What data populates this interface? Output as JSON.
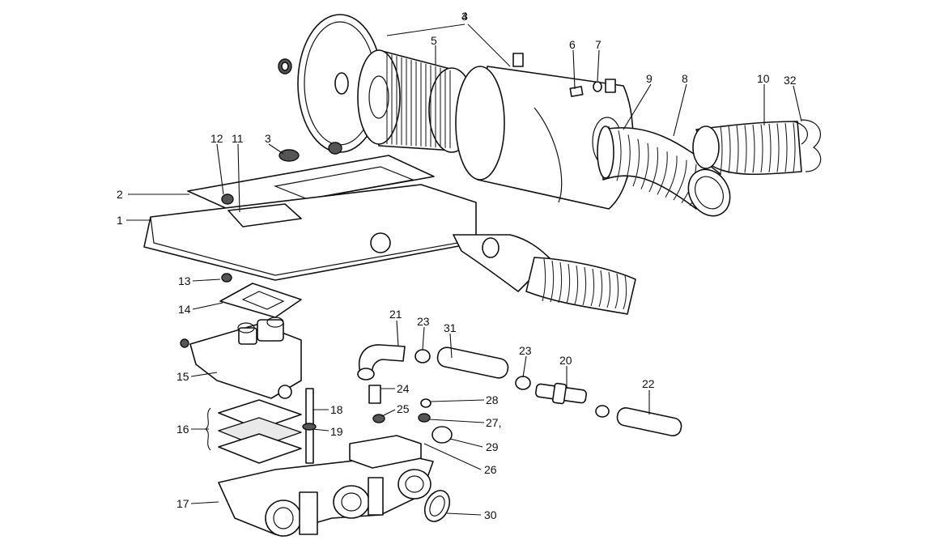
{
  "diagram": {
    "callouts": [
      {
        "id": "c1",
        "text": "1"
      },
      {
        "id": "c2",
        "text": "2"
      },
      {
        "id": "c3",
        "text": "3"
      },
      {
        "id": "c4",
        "text": "4"
      },
      {
        "id": "c5",
        "text": "5"
      },
      {
        "id": "c6",
        "text": "6"
      },
      {
        "id": "c7",
        "text": "7"
      },
      {
        "id": "c8",
        "text": "8"
      },
      {
        "id": "c9",
        "text": "9"
      },
      {
        "id": "c10",
        "text": "10"
      },
      {
        "id": "c32",
        "text": "32"
      },
      {
        "id": "c11",
        "text": "11"
      },
      {
        "id": "c12",
        "text": "12"
      },
      {
        "id": "c13",
        "text": "13"
      },
      {
        "id": "c14",
        "text": "14"
      },
      {
        "id": "c15",
        "text": "15"
      },
      {
        "id": "c16",
        "text": "16"
      },
      {
        "id": "c17",
        "text": "17"
      },
      {
        "id": "c18",
        "text": "18"
      },
      {
        "id": "c19",
        "text": "19"
      },
      {
        "id": "c21",
        "text": "21"
      },
      {
        "id": "c23a",
        "text": "23"
      },
      {
        "id": "c31",
        "text": "31"
      },
      {
        "id": "c24",
        "text": "24"
      },
      {
        "id": "c25",
        "text": "25"
      },
      {
        "id": "c23b",
        "text": "23"
      },
      {
        "id": "c20",
        "text": "20"
      },
      {
        "id": "c22",
        "text": "22"
      },
      {
        "id": "c28",
        "text": "28"
      },
      {
        "id": "c27",
        "text": "27,"
      },
      {
        "id": "c29",
        "text": "29"
      },
      {
        "id": "c26",
        "text": "26"
      },
      {
        "id": "c30",
        "text": "30"
      }
    ]
  }
}
